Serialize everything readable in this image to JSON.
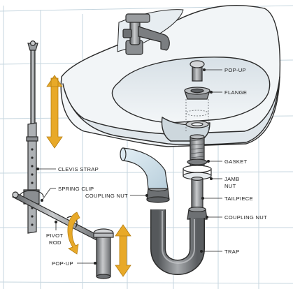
{
  "labels": {
    "pop_up_top": "POP-UP",
    "flange": "FLANGE",
    "gasket": "GASKET",
    "jamb_nut_line1": "JAMB",
    "jamb_nut_line2": "NUT",
    "tailpiece": "TAILPIECE",
    "coupling_nut_right": "COUPLING NUT",
    "trap": "TRAP",
    "clevis_strap": "CLEVIS STRAP",
    "spring_clip": "SPRING CLIP",
    "coupling_nut_left": "COUPLING NUT",
    "pivot_rod_line1": "PIVOT",
    "pivot_rod_line2": "ROD",
    "pop_up_bottom": "POP-UP"
  },
  "colors": {
    "tile_line": "#c6d6df",
    "outline": "#2b2b2b",
    "sink_face": "#f2f5f7",
    "sink_shadow": "#cdd7dd",
    "metal_dark": "#6d7073",
    "metal_mid": "#9a9da0",
    "metal_light": "#d3d5d7",
    "drain_pipe": "#cfe0ea",
    "motion_arrow": "#e8a928",
    "leader_dot": "#222222"
  }
}
